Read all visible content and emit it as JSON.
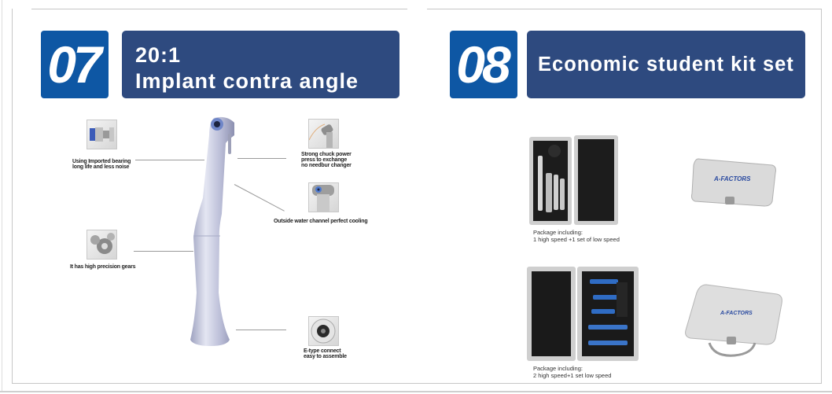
{
  "sections": [
    {
      "number": "07",
      "title_line1": "20:1",
      "title_line2": "Implant contra angle",
      "features": [
        {
          "icon": "bearing-icon",
          "text_lines": [
            "Using Imported bearing",
            "long life and less noise"
          ]
        },
        {
          "icon": "gears-icon",
          "text_lines": [
            "It has high precision gears"
          ]
        },
        {
          "icon": "chuck-icon",
          "text_lines": [
            "Strong chuck power",
            "press to exchange",
            "no needbur changer"
          ]
        },
        {
          "icon": "water-channel-icon",
          "text_lines": [
            "Outside water channel perfect cooling"
          ]
        },
        {
          "icon": "e-type-connector-icon",
          "text_lines": [
            "E-type connect",
            "easy to assemble"
          ]
        }
      ]
    },
    {
      "number": "08",
      "title": "Economic student kit set",
      "packages": [
        {
          "label": "Package including:",
          "contents": "1 high speed +1 set of low speed",
          "case_brand": "A-FACTORS"
        },
        {
          "label": "Package including:",
          "contents": "2 high speed+1 set low speed",
          "case_brand": "A-FACTORS"
        }
      ]
    }
  ],
  "colors": {
    "number_badge": "#0e57a4",
    "title_bar": "#2e4a7f",
    "border": "#c6c6c6",
    "instrument_blue": "#2f6cc4"
  }
}
